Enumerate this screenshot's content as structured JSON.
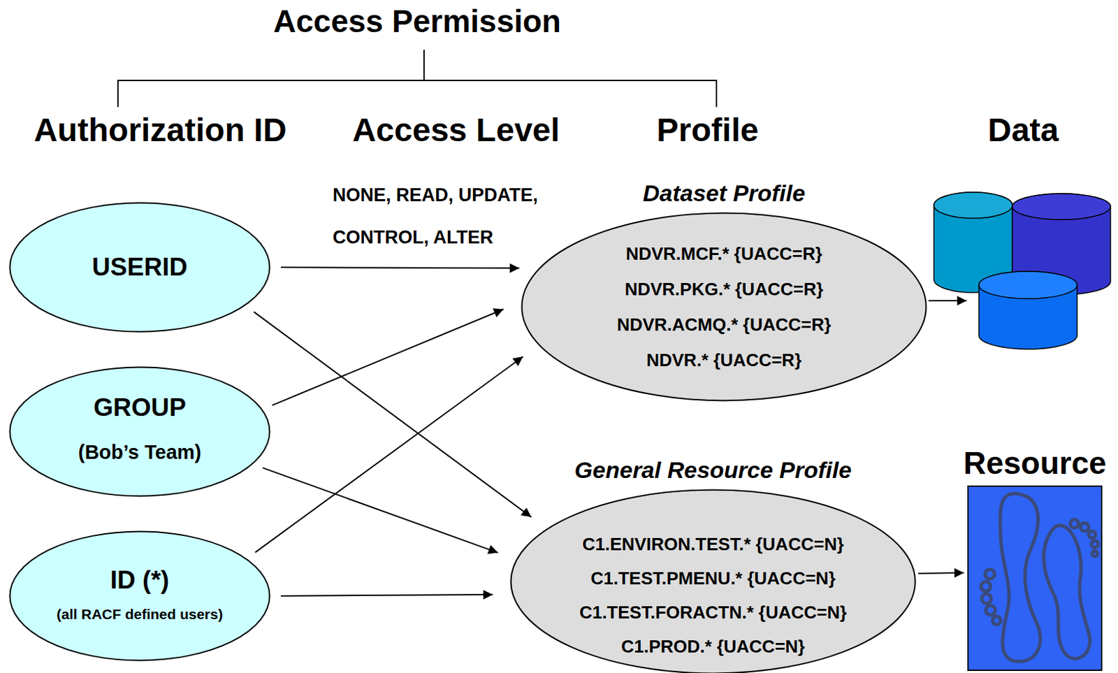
{
  "diagram": {
    "title": "Access Permission",
    "nodes": [
      {
        "text": [
          "USERID"
        ]
      },
      {
        "text": [
          "GROUP",
          "(Bob’s Team)"
        ]
      },
      {
        "text": [
          "ID (*)",
          "(all RACF defined users)"
        ]
      },
      {
        "text": [
          "Dataset Profile",
          "NDVR.MCF.* {UACC=R}",
          "NDVR.PKG.* {UACC=R}",
          "NDVR.ACMQ.* {UACC=R}",
          "NDVR.* {UACC=R}"
        ]
      },
      {
        "text": [
          "General Resource Profile",
          "C1.ENVIRON.TEST.* {UACC=N}",
          "C1.TEST.PMENU.* {UACC=N}",
          "C1.TEST.FORACTN.* {UACC=N}",
          "C1.PROD.* {UACC=N}"
        ]
      },
      {
        "text": [
          "Resource"
        ]
      }
    ],
    "edges": [
      {
        "from": 0,
        "to": 3,
        "arrow": "to"
      },
      {
        "from": 0,
        "to": 4,
        "arrow": "to"
      },
      {
        "from": 1,
        "to": 3,
        "arrow": "to"
      },
      {
        "from": 1,
        "to": 4,
        "arrow": "to"
      },
      {
        "from": 2,
        "to": 3,
        "arrow": "to"
      },
      {
        "from": 2,
        "to": 4,
        "arrow": "to"
      },
      {
        "from": 4,
        "to": 5,
        "arrow": "to"
      }
    ],
    "labels": [
      "Authorization ID",
      "Access Level",
      "Profile",
      "Data",
      "NONE, READ, UPDATE, CONTROL, ALTER"
    ]
  }
}
